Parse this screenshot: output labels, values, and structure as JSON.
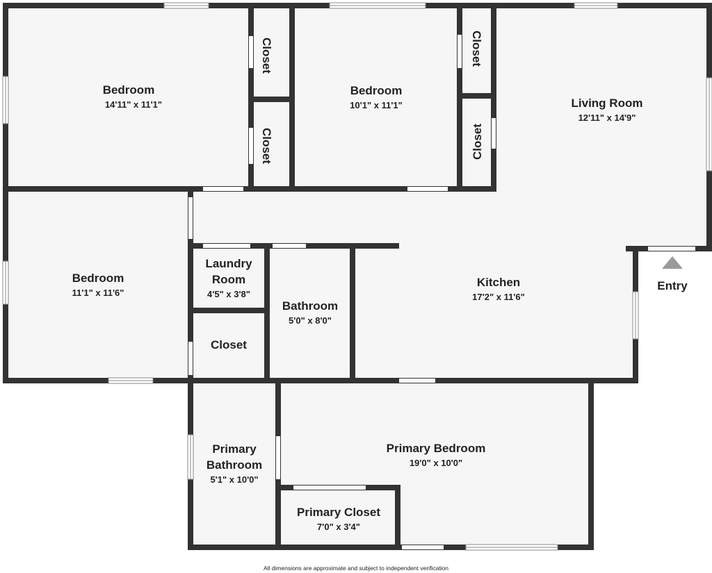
{
  "rooms": {
    "bedroom_1": {
      "name": "Bedroom",
      "dims": "14'11\" x 11'1\""
    },
    "closet_1": {
      "name": "Closet"
    },
    "closet_2": {
      "name": "Closet"
    },
    "bedroom_2": {
      "name": "Bedroom",
      "dims": "10'1\" x 11'1\""
    },
    "closet_3": {
      "name": "Closet"
    },
    "closet_4": {
      "name": "Closet"
    },
    "living_room": {
      "name": "Living Room",
      "dims": "12'11\" x 14'9\""
    },
    "bedroom_3": {
      "name": "Bedroom",
      "dims": "11'1\" x 11'6\""
    },
    "laundry_room": {
      "name_line1": "Laundry",
      "name_line2": "Room",
      "dims": "4'5\" x 3'8\""
    },
    "closet_5": {
      "name": "Closet"
    },
    "bathroom": {
      "name": "Bathroom",
      "dims": "5'0\" x 8'0\""
    },
    "kitchen": {
      "name": "Kitchen",
      "dims": "17'2\" x 11'6\""
    },
    "primary_bathroom": {
      "name_line1": "Primary",
      "name_line2": "Bathroom",
      "dims": "5'1\" x 10'0\""
    },
    "primary_bedroom": {
      "name": "Primary Bedroom",
      "dims": "19'0\" x 10'0\""
    },
    "primary_closet": {
      "name": "Primary Closet",
      "dims": "7'0\" x 3'4\""
    }
  },
  "entry": {
    "label": "Entry",
    "marker": "triangle-up-icon"
  },
  "footer": {
    "disclaimer": "All dimensions are approximate and subject to independent verification"
  },
  "colors": {
    "wall": "#333333",
    "floor": "#f6f6f6",
    "window": "#8a8a8a",
    "entry_marker": "#9a9a9a"
  }
}
